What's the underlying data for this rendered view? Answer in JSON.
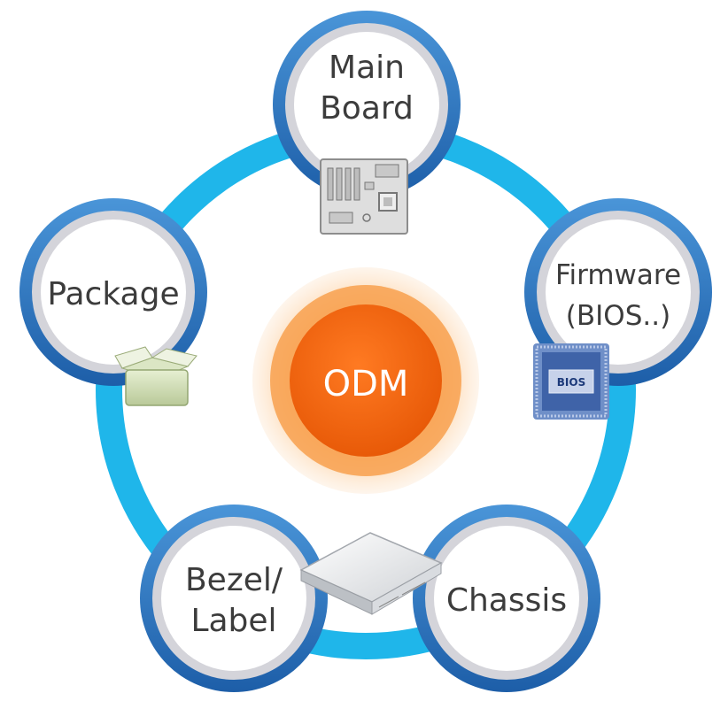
{
  "center": {
    "label": "ODM"
  },
  "nodes": [
    {
      "id": "main-board",
      "lines": [
        "Main",
        "Board"
      ],
      "icon": "motherboard-icon"
    },
    {
      "id": "firmware",
      "lines": [
        "Firmware",
        "(BIOS..)"
      ],
      "icon": "bios-chip-icon"
    },
    {
      "id": "chassis",
      "lines": [
        "Chassis"
      ],
      "icon": "server-chassis-icon"
    },
    {
      "id": "bezel-label",
      "lines": [
        "Bezel/",
        "Label"
      ],
      "icon": "server-chassis-icon"
    },
    {
      "id": "package",
      "lines": [
        "Package"
      ],
      "icon": "open-box-icon"
    }
  ],
  "bios_chip_label": "BIOS",
  "colors": {
    "ring": "#1fb6ea",
    "node_outer": "#2f7cc4",
    "node_inner_border": "#d4d4da",
    "center_core": "#f56a12",
    "center_glow": "#fbb36a"
  }
}
